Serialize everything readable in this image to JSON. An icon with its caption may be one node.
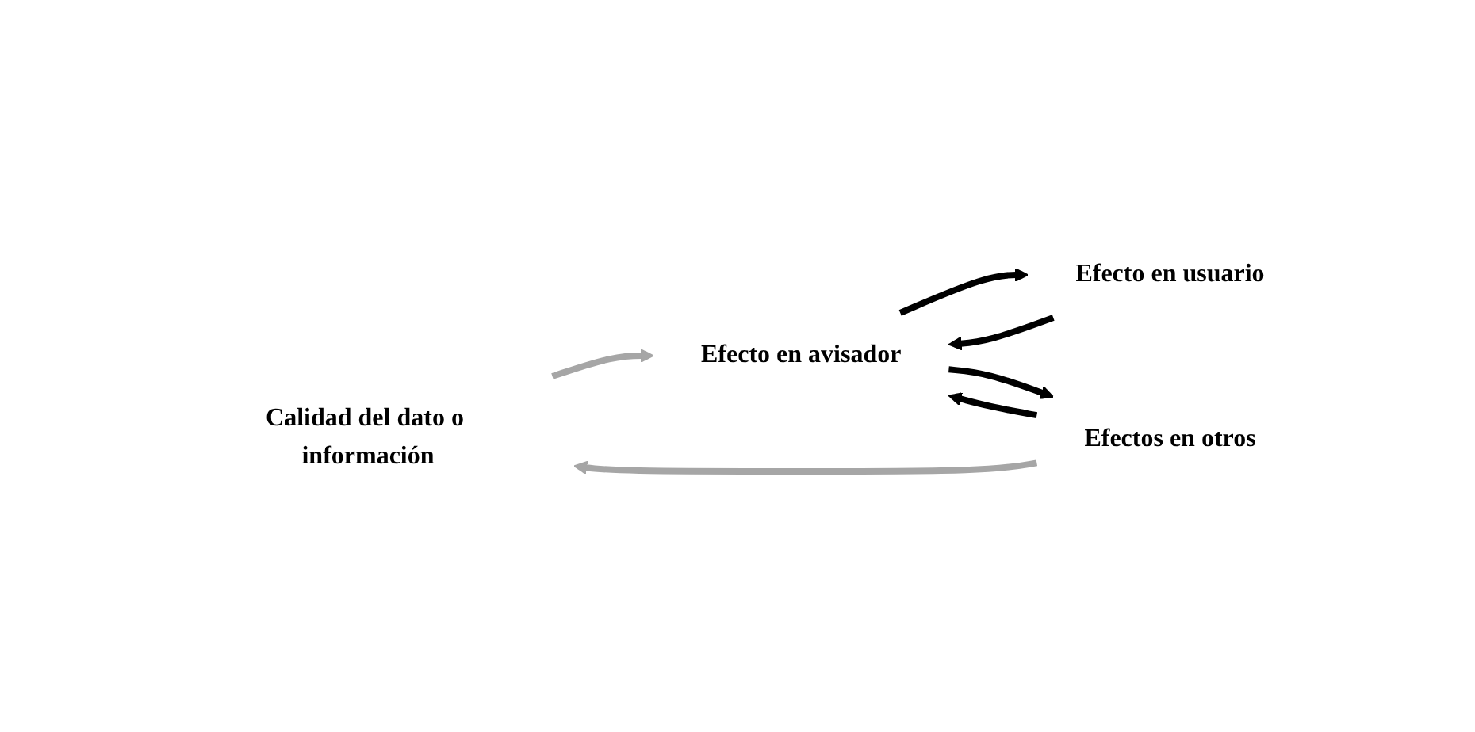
{
  "diagram": {
    "nodes": [
      {
        "text": [
          "Calidad del dato o información"
        ]
      },
      {
        "text": [
          "Efecto en avisador"
        ]
      },
      {
        "text": [
          "Efecto en usuario"
        ]
      },
      {
        "text": [
          "Efectos en otros"
        ]
      }
    ],
    "edges": [
      {
        "from": 0,
        "to": 1,
        "arrow": "to",
        "color": "#a6a6a6"
      },
      {
        "from": 1,
        "to": 2,
        "arrow": "to"
      },
      {
        "from": 2,
        "to": 1,
        "arrow": "to"
      },
      {
        "from": 1,
        "to": 3,
        "arrow": "to"
      },
      {
        "from": 3,
        "to": 1,
        "arrow": "to"
      },
      {
        "from": 3,
        "to": 0,
        "arrow": "to",
        "color": "#a6a6a6"
      }
    ]
  }
}
